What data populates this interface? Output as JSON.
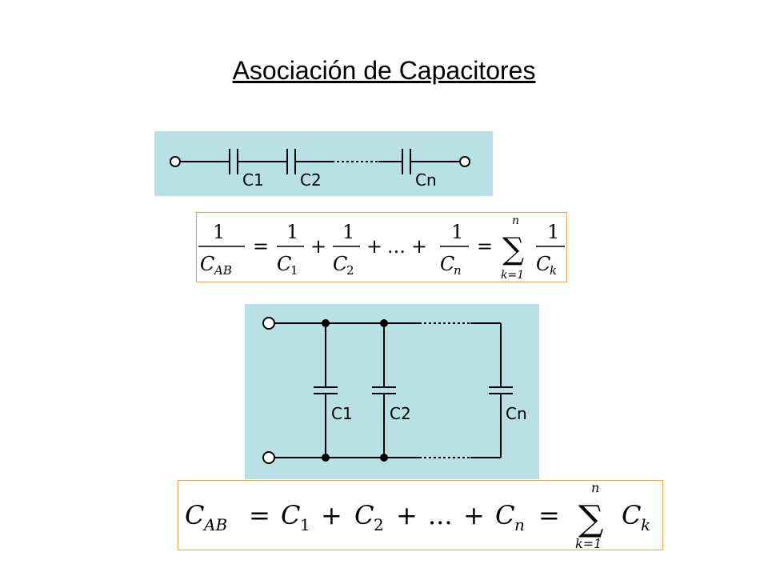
{
  "title": "Asociación de Capacitores",
  "series_circuit": {
    "labels": [
      "C1",
      "C2",
      "Cn"
    ]
  },
  "series_formula": {
    "one": "1",
    "lhs_den_main": "C",
    "lhs_den_sub": "AB",
    "eq": "=",
    "plus": "+",
    "ellipsis": "...",
    "var": "C",
    "sub1": "1",
    "sub2": "2",
    "subn": "n",
    "sum_upper": "n",
    "sum_lower": "k=1",
    "sum_sign": "∑",
    "subk": "k"
  },
  "parallel_circuit": {
    "labels": [
      "C1",
      "C2",
      "Cn"
    ]
  },
  "parallel_formula": {
    "lhs_main": "C",
    "lhs_sub": "AB",
    "eq": "=",
    "plus": "+",
    "ellipsis": "...",
    "var": "C",
    "sub1": "1",
    "sub2": "2",
    "subn": "n",
    "sum_upper": "n",
    "sum_lower": "k=1",
    "sum_sign": "∑",
    "subk": "k"
  }
}
